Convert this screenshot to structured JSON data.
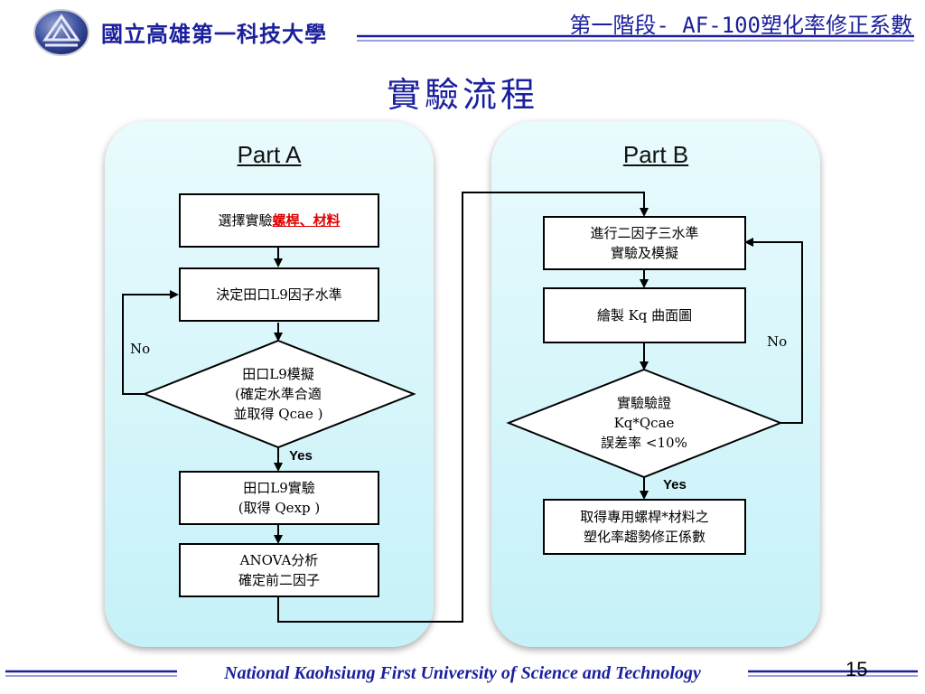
{
  "header": {
    "university": "國立高雄第一科技大學",
    "title": "第一階段- AF-100塑化率修正系數"
  },
  "slide_title": "實驗流程",
  "part_a": {
    "title": "Part A",
    "step1_prefix": "選擇實驗",
    "step1_highlight": "螺桿、材料",
    "step2": "決定田口L9因子水準",
    "decision_line1": "田口L9模擬",
    "decision_line2": "(確定水準合適",
    "decision_line3": "並取得 Qcae )",
    "no_label": "No",
    "yes_label": "Yes",
    "step3_line1": "田口L9實驗",
    "step3_line2": "(取得 Qexp )",
    "step4_line1": "ANOVA分析",
    "step4_line2": "確定前二因子"
  },
  "part_b": {
    "title": "Part B",
    "step1_line1": "進行二因子三水準",
    "step1_line2": "實驗及模擬",
    "step2": "繪製 Kq 曲面圖",
    "decision_line1": "實驗驗證",
    "decision_line2": "Kq*Qcae",
    "decision_line3": "誤差率 <10%",
    "no_label": "No",
    "yes_label": "Yes",
    "step3_line1": "取得專用螺桿*材料之",
    "step3_line2": "塑化率趨勢修正係數"
  },
  "footer": {
    "text": "National Kaohsiung First University of Science and Technology",
    "page_number": "15"
  },
  "colors": {
    "brand_blue": "#1a1f9c",
    "highlight_red": "#e00000",
    "panel_fill": "#c5f1f8"
  }
}
